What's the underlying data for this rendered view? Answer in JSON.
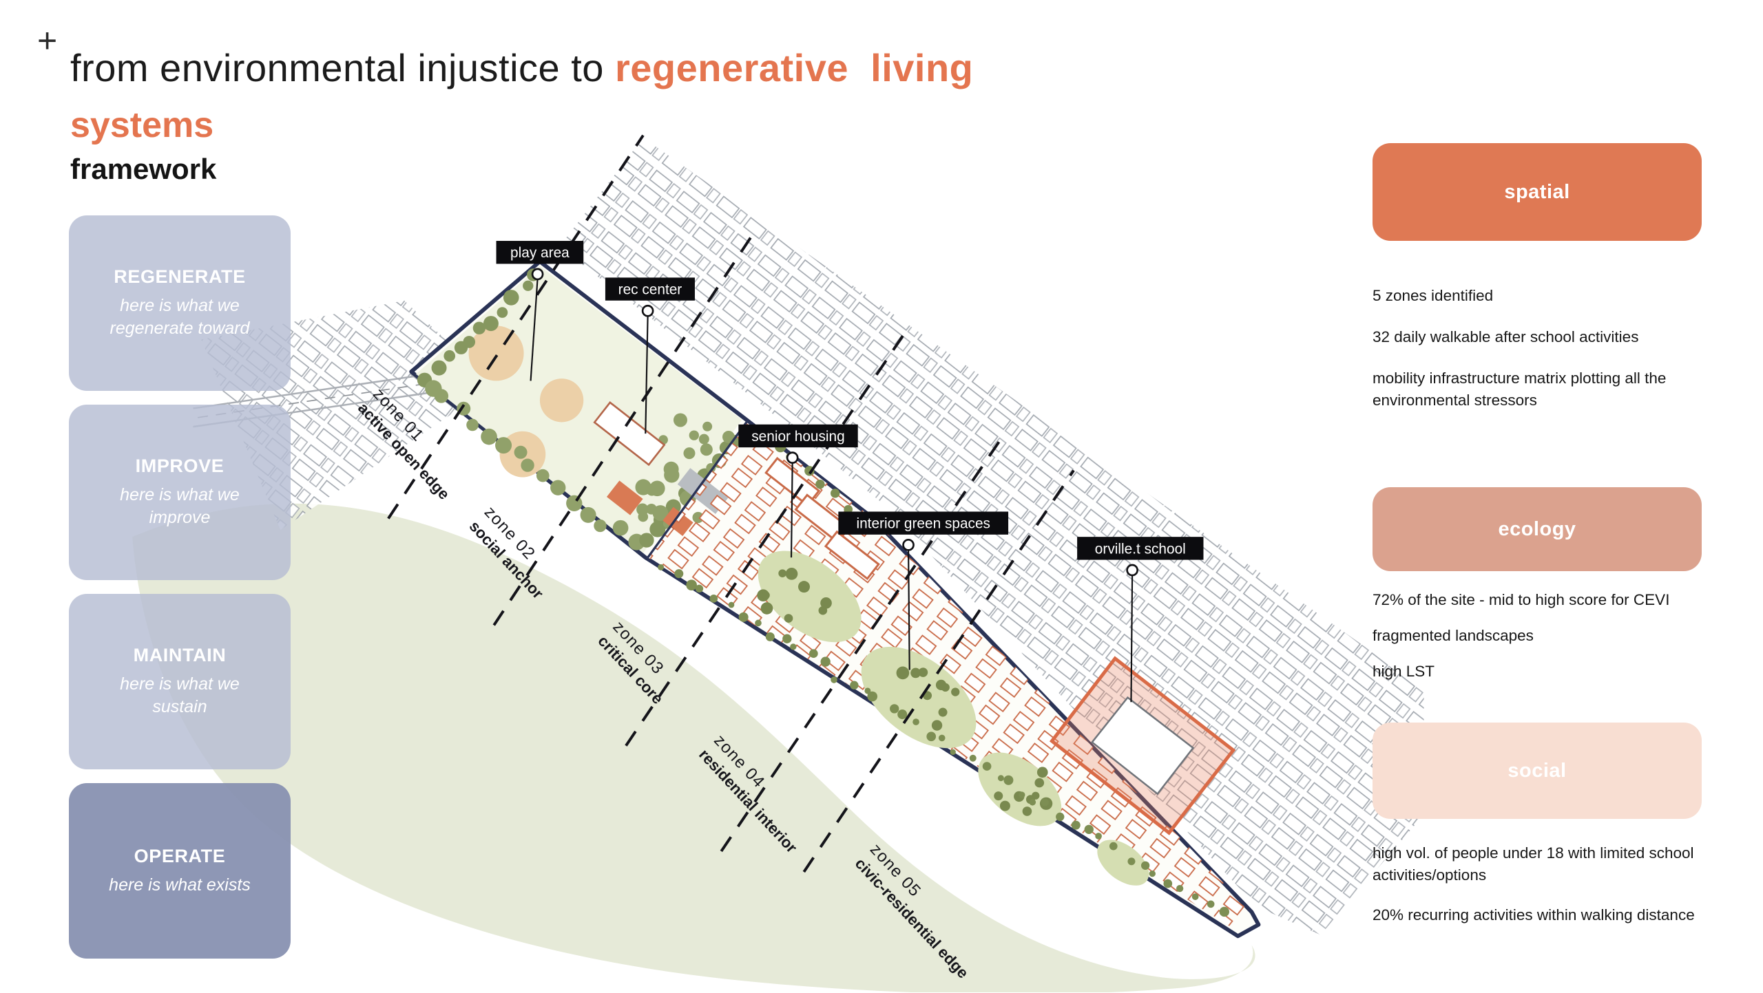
{
  "slide": {
    "plus_mark": "+",
    "title": {
      "prefix": "from environmental injustice to",
      "highlight": "regenerative  living",
      "highlight_line2": "systems",
      "subtitle": "framework"
    }
  },
  "framework_cards": [
    {
      "title": "REGENERATE",
      "description": "here is what we regenerate toward"
    },
    {
      "title": "IMPROVE",
      "description": "here is what we improve"
    },
    {
      "title": "MAINTAIN",
      "description": "here is what we sustain"
    },
    {
      "title": "OPERATE",
      "description": "here is what exists"
    }
  ],
  "map": {
    "feature_tags": [
      {
        "label": "play area"
      },
      {
        "label": "rec center"
      },
      {
        "label": "senior housing"
      },
      {
        "label": "interior green spaces"
      },
      {
        "label": "orville.t school"
      }
    ],
    "zones": [
      {
        "number": "zone 01",
        "name": "active open edge"
      },
      {
        "number": "zone 02",
        "name": "social anchor"
      },
      {
        "number": "zone 03",
        "name": "critical core"
      },
      {
        "number": "zone 04",
        "name": "residential interior"
      },
      {
        "number": "zone 05",
        "name": "civic-residential edge"
      }
    ]
  },
  "panels": [
    {
      "title": "spatial",
      "color": "#df7954",
      "items": [
        "5 zones identified",
        "32 daily walkable after school activities",
        "mobility infrastructure matrix plotting all the environmental stressors"
      ]
    },
    {
      "title": "ecology",
      "color": "#dba28e",
      "items": [
        "72% of the site - mid to high score for CEVI",
        "fragmented landscapes",
        "high LST"
      ]
    },
    {
      "title": "social",
      "color": "#f8ded2",
      "items": [
        "high vol. of people under 18 with limited school activities/options",
        "20% recurring activities within walking distance"
      ]
    }
  ],
  "colors": {
    "accent_coral": "#e4754f",
    "panel_spatial": "#df7954",
    "panel_ecology": "#dba28e",
    "panel_social": "#f8ded2",
    "card_light": "#b6bdd3",
    "card_dark": "#8891b1",
    "site_outline_navy": "#2a3356",
    "building_coral": "#c96a48",
    "greenspace": "#e6ead8"
  }
}
